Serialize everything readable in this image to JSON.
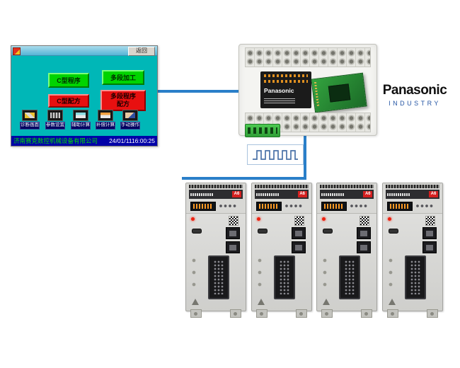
{
  "colors": {
    "connection_blue": "#2a7fc9",
    "hmi_background": "#00b7b7",
    "hmi_green_button": "#00d400",
    "hmi_red_button": "#e81010",
    "hmi_status_bar_blue": "#0000a8",
    "company_text_green": "#00e400",
    "brand_subtitle_blue": "#2455a4",
    "servo_badge_red": "#d42020"
  },
  "hmi": {
    "back_label": "返回",
    "buttons": {
      "c_program": "C型程序",
      "multi_segment": "多段加工",
      "c_recipe": "C型配方",
      "multi_recipe": "多段程序配方"
    },
    "toolbar": [
      {
        "label": "诊断画面"
      },
      {
        "label": "参数设置"
      },
      {
        "label": "辅助计算"
      },
      {
        "label": "补偿计算"
      },
      {
        "label": "手动操作"
      }
    ],
    "status": {
      "company": "济南赛克数控机械设备有限公司",
      "datetime": "24/01/1116:00:25"
    }
  },
  "plc": {
    "brand": "Panasonic"
  },
  "brand_logo": {
    "name": "Panasonic",
    "subtitle": "INDUSTRY"
  },
  "servo": {
    "count": 4,
    "badge": "A6"
  }
}
